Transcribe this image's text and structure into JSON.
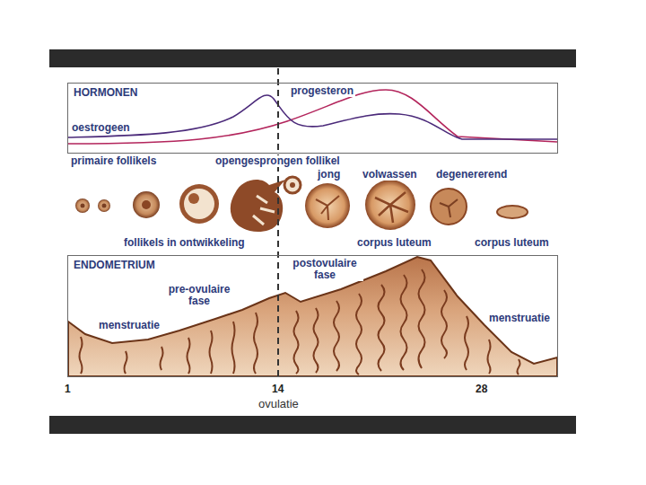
{
  "diagram": {
    "nodes": [
      {
        "text": [
          "HORMONEN"
        ]
      },
      {
        "text": [
          "ENDOMETRIUM"
        ]
      }
    ],
    "labels": [
      "progesteron",
      "oestrogeen",
      "primaire follikels",
      "opengesprongen follikel",
      "jong",
      "volwassen",
      "degenererend",
      "follikels in ontwikkeling",
      "corpus luteum",
      "corpus luteum",
      "pre-ovulaire fase",
      "postovulaire fase",
      "menstruatie",
      "menstruatie",
      "1",
      "14",
      "28",
      "ovulatie"
    ]
  }
}
